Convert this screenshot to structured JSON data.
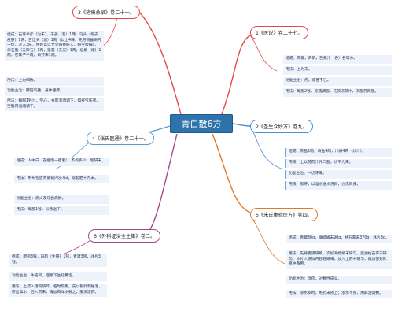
{
  "center": {
    "label": "青白散6方"
  },
  "colors": {
    "branch1": "#e24a4a",
    "branch2": "#4a8fd6",
    "branch3": "#e07a2e",
    "branch4": "#5b9bd5",
    "branch5": "#3a78c2",
    "branch6": "#a14a8a"
  },
  "branches": {
    "b1": {
      "title": "1《医说》卷二十七。",
      "notes": [
        "组成：青黛，白矾，芭蕉汁（各）各等分。",
        "用法：上为末。",
        "功能主治：疔，痛甚不已。",
        "用法：每服2钱，凉蒲调服，先饮凉蒲汁，次服药再服。"
      ]
    },
    "b2": {
      "title": "2《圣生众妙方》卷九。",
      "notes": [
        "组成：青盐2两，白盐4两，川椒4两（炒汁）。",
        "用法：上以前药汁拌二盐，炒干为末。",
        "功能主治：一切牙痛。",
        "用法：擦牙，以温水送水洗目，亦无目疾。"
      ]
    },
    "b3": {
      "title": "3《疮痍总录》卷二十一。",
      "notes": [
        "组成：石膏半斤（为末），干姜（泡）1两，乌头（炮去皮脐）1两，苦辽头（煨）1两（以上4味，先用铜器锅内一炒，次入3味，用砂盆以文火焙香研入，研令极细），赤石脂（去砂石）1两，蓬莪（去皮）1两，皂角（煨）1两，苍耳子半两，白芥末1两。",
        "用法：上为细散。",
        "功能主治：肺脏气壅，身体瘙痒。",
        "用法：每服1钱匕，空心，食前温酒调下，如疮气伤寒，空腹用温酒调下。"
      ]
    },
    "b4": {
      "title": "4《张氏医通》卷二十一。",
      "notes": [
        "组成：人中白（在瓶煅一宿者），不拘多少，煅研末。",
        "用法：用布包放青黛铺内浸7日，取起晒干为末。",
        "功能主治：痰火及牙齿病肿。",
        "用法：每服1钱，米汤送下。"
      ]
    },
    "b5": {
      "title": "5《朱氏集验医方》卷四。",
      "notes": [
        "组成：青黛30g，海螵蛸末90g，枯石膏末370g，冰片3g。",
        "用法：先将青黛研细，次加海螵蛸末研匀，后加枯石膏末研匀，冰片入研钵内轻轻研细，加入上药中研匀，再加密封贮瓶中备用。",
        "功能主治：湿疹，对敷性皮炎。",
        "用法：渗水多时，用药末掺上；渗水不多，用麻油调敷。"
      ]
    },
    "b6": {
      "title": "6《外科证治全生集》卷二。",
      "notes": [
        "组成：胆矾3钱，白矾（生研）1钱，青黛3钱，冰片3钱。",
        "功能主治：牛疮风，咽喉下生红黄泡。",
        "用法：上药入罐内研碎，临时取用，先以银针刺破泡，挤出毒水，后入药末，再加白洋水敷之，服清凉药。"
      ]
    }
  }
}
